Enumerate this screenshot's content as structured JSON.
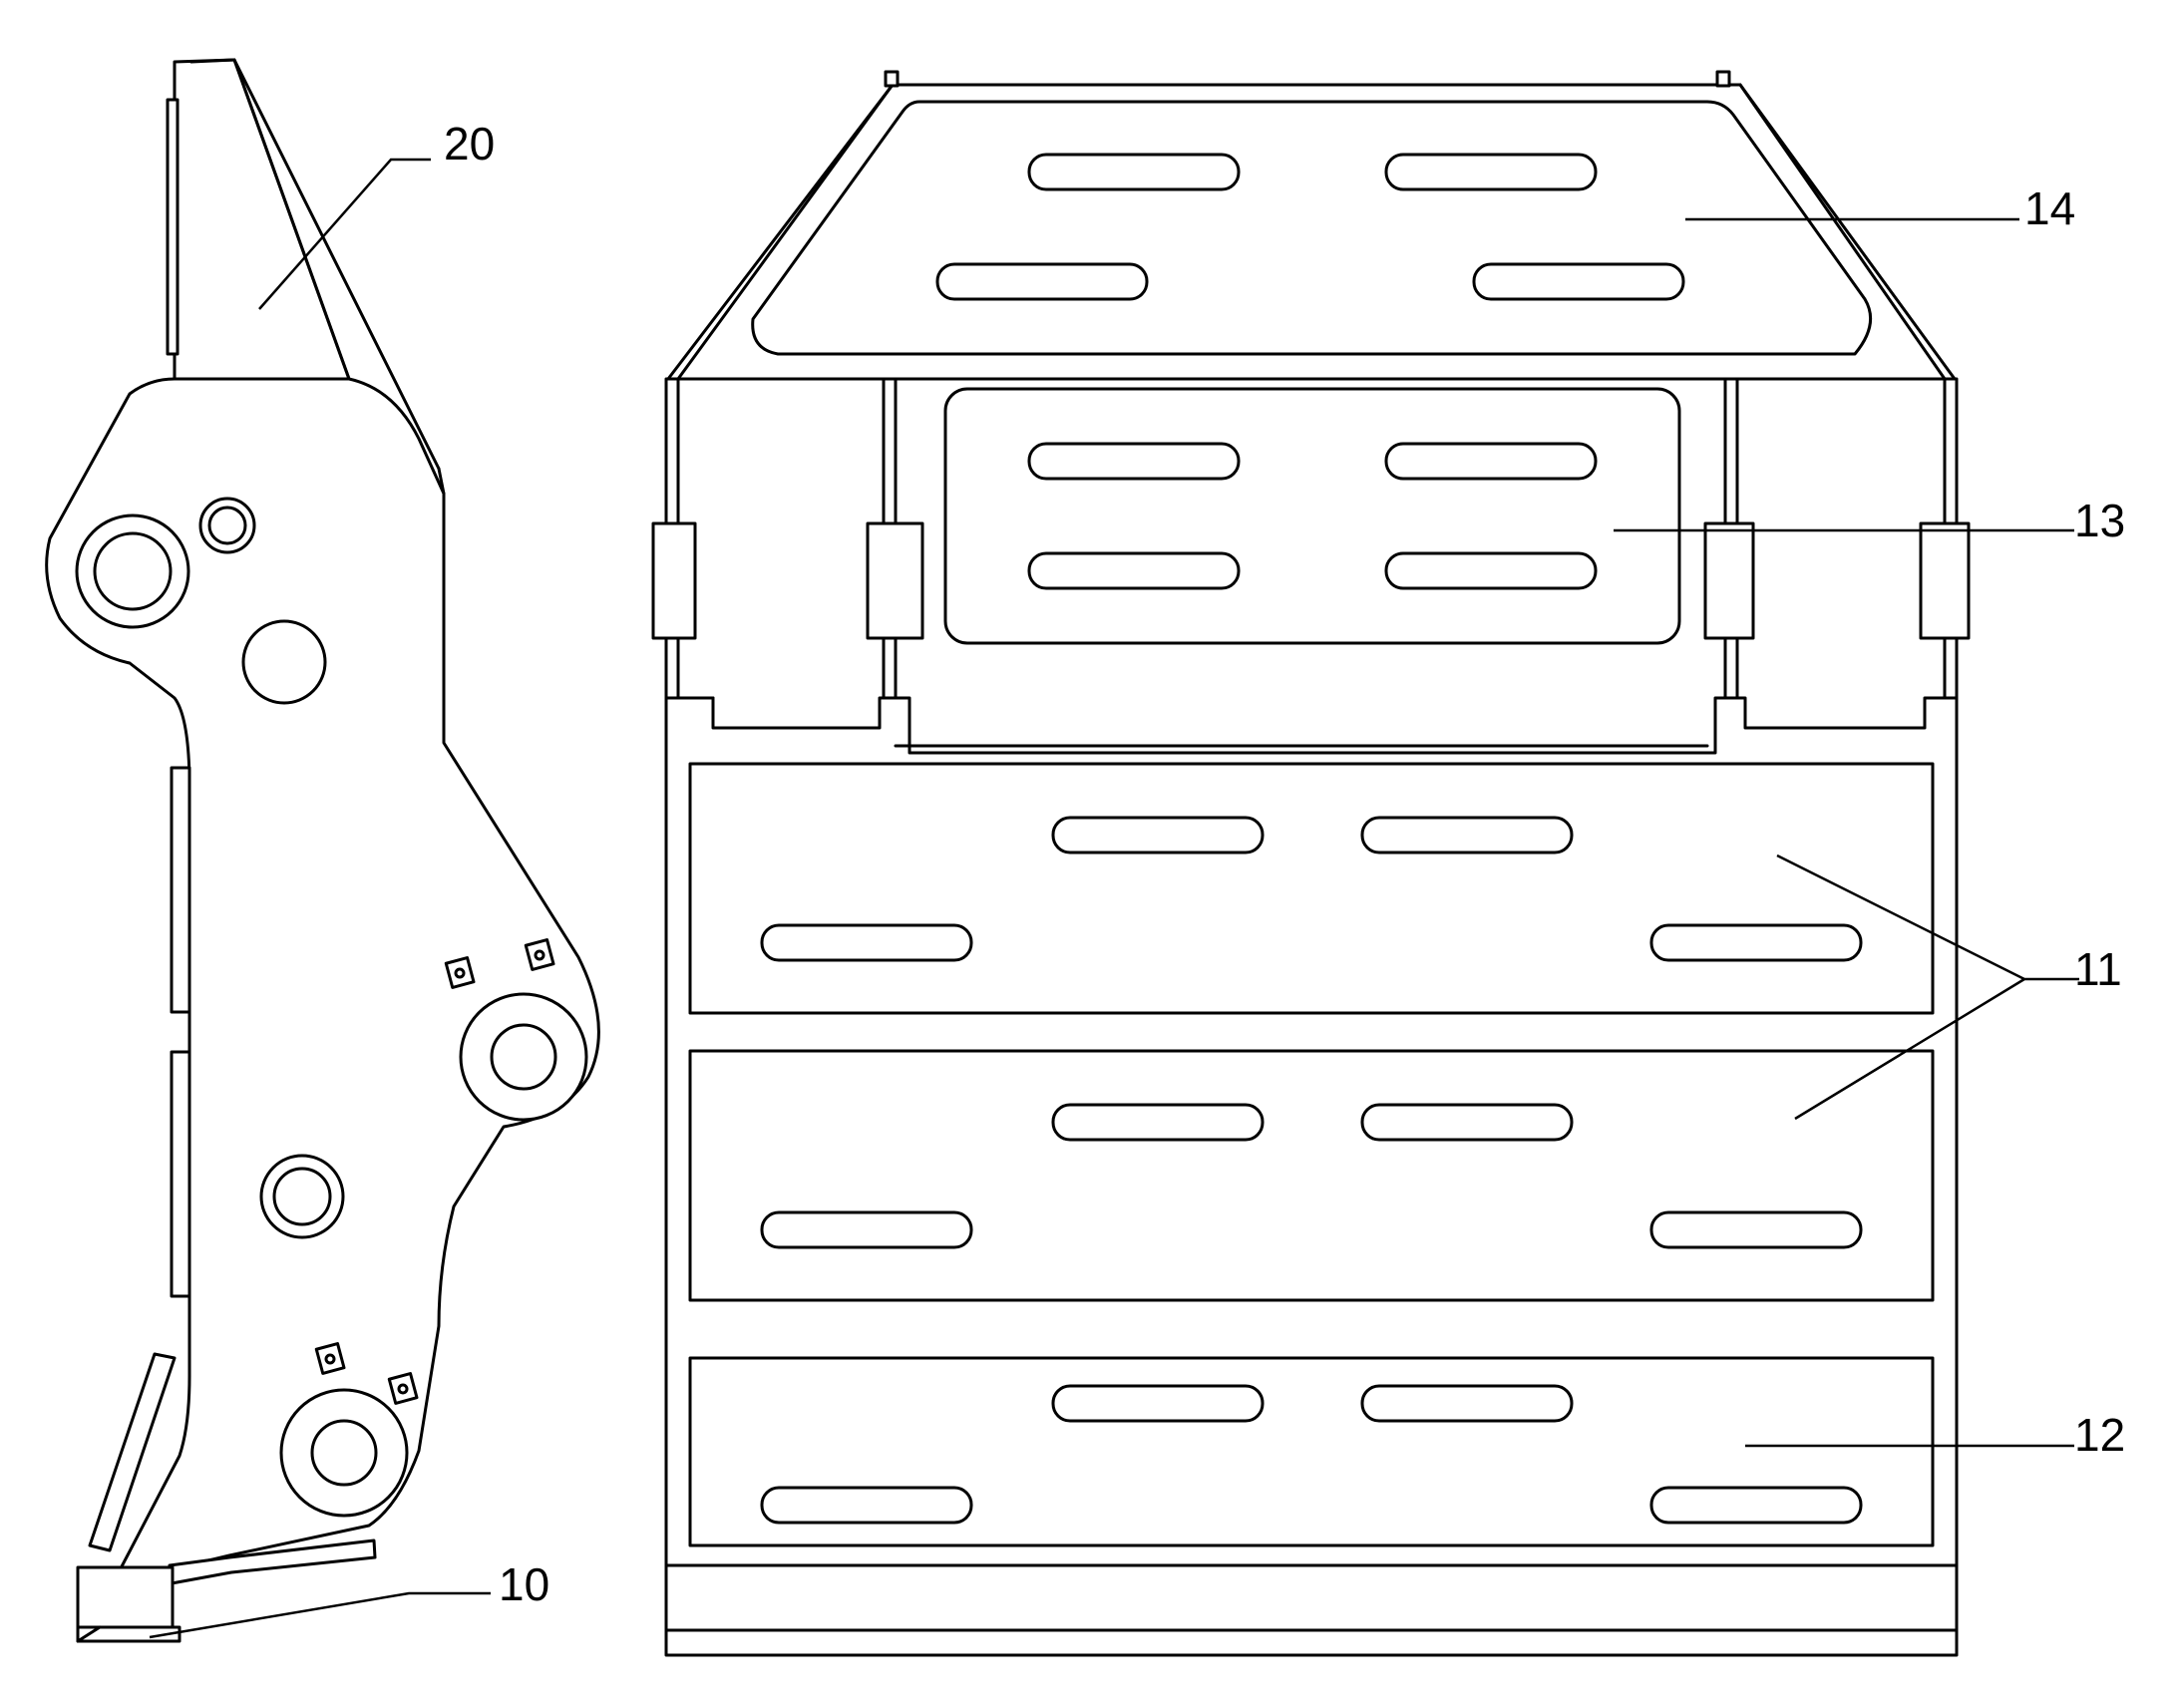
{
  "drawing": {
    "line_color": "#000000",
    "background_color": "#ffffff",
    "side_view": {
      "reference_labels": {
        "blade": "20",
        "tip": "10"
      }
    },
    "front_view": {
      "reference_labels": {
        "top_plate": "14",
        "upper_plate": "13",
        "middle_plates": "11",
        "bottom_plate": "12"
      }
    }
  }
}
